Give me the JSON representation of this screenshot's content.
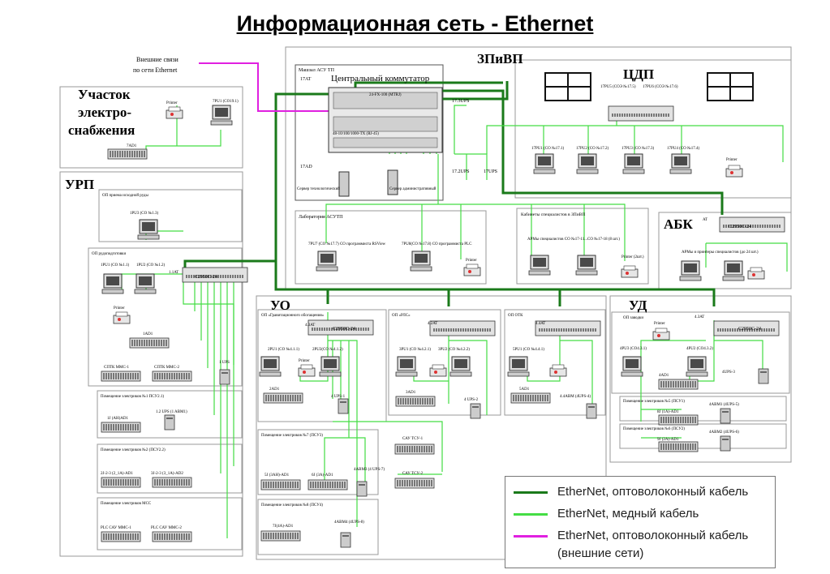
{
  "title": "Информационная сеть - Ethernet",
  "colors": {
    "fiber": "#1a7a1a",
    "copper": "#33dd33",
    "external": "#e020e0",
    "frame": "#999999"
  },
  "external": {
    "label1": "Внешние связи",
    "label2": "по сети Ethernet"
  },
  "zones": {
    "uch_line1": "Участок",
    "uch_line2": "электро-",
    "uch_line3": "снабжения",
    "urp": "УРП",
    "zpivp": "ЗПиВП",
    "cdp": "ЦДП",
    "abk": "АБК",
    "uo": "УО",
    "ud": "УД"
  },
  "core": {
    "header": "Машзал АСУ ТП",
    "tag": "17АТ",
    "name": "Центральный коммутатор",
    "model": "24-FX-100 (MTRJ)",
    "sub": "48-10/100/1000-TX (RJ-45)",
    "ad": "17AD",
    "server1": "Сервер технологический",
    "server2": "Сервер административный",
    "ups1": "17.3UPS",
    "ups2": "17.2UPS",
    "ups3": "17UPS"
  },
  "cdp": {
    "pu5": "17PU5 (СОЭ №17.5)",
    "pu6": "17PU6 (СОЭ №17.6)",
    "pcs": [
      "17PU1 (СО №17.1)",
      "17PU2 (СО №17.2)",
      "17PU3 (СО №17.3)",
      "17PU4 (СО №17.4)"
    ],
    "printer": "Printer"
  },
  "lab": {
    "header": "Лаборатория АСУТП",
    "pc1": "7PU7 (СО №17.7) СО программиста RSView",
    "pc2": "7PU8(СО №17.8) СО программиста PLC",
    "printer": "Printer"
  },
  "spec": {
    "header": "Кабинеты специалистов в ЗПиВП",
    "arm": "АРМы специалистов СО №17-11...СО №17-18 (8 шт.)",
    "printer": "Printer (2шт.)"
  },
  "abk": {
    "tag": "AT",
    "sw": "C2950C-24",
    "arm": "АРМы и принтеры специалистов (до 24 шт.)"
  },
  "uch": {
    "printer": "Printer",
    "pc": "7PU1 (СО19.1)",
    "ad": "7AD1"
  },
  "urp": {
    "box1": "ОП приема исходной руды",
    "pc3": "1PU3 (СО №1.3)",
    "box2": "ОП рудоподготовки",
    "pc1": "1PU1 (СО №1.1)",
    "pc2": "1PU2 (СО №1.2)",
    "sw_tag": "1.1AT",
    "sw": "C2950C-24",
    "printer": "Printer",
    "ad": "1AD1",
    "mmc1": "СПТК ММС-1",
    "mmc2": "СПТК ММС-2",
    "ups": "1 UPS",
    "box3": "Помещение электриков №1 ПСУ2.1)",
    "j1": "1J (AH)AD1",
    "abm": "1.2 UPS (1 ABM1)",
    "box4": "Помещение электриков №2 (ПСУ2.2)",
    "j2": "2J-2-3 (2_1A)-AD1",
    "j3": "3J-2-3 (3_1A)-AD2",
    "box5": "Помещение электриков МСС",
    "plc1": "PLC САУ ММС-1",
    "plc2": "PLC САУ ММС-2"
  },
  "uo": {
    "box1": "ОП «Гравитационного обогащения»",
    "sw_tag": "4.3AT",
    "sw": "C2950C-24",
    "pc1": "2PU1 (СО №4.1.1)",
    "pc2": "2PU2(СО №4.1.2)",
    "printer": "Printer",
    "ad": "2AD1",
    "ups": "4 UPS-1",
    "box2": "ОП «РЛС»",
    "sw2_tag": "4.2AT",
    "pc3": "3PU1 (СО №4.2.1)",
    "pc4": "3PU2 (СО №4.2.2)",
    "ad2": "3AD1",
    "ups2": "4 UPS-2",
    "box3": "ОП ОТК",
    "sw3_tag": "4.4AT",
    "pc5": "5PU1 (СО №4.4.1)",
    "ad3": "5AD1",
    "abm": "4.4ABM (4UPS-4)",
    "box4": "Помещение электриков №7 (ПСУ3)",
    "j5": "5J (3AH)-AD1",
    "j6": "6J (3A)-AD1",
    "abm3": "4ABM3 (4 UPS-7)",
    "box5": "Помещение электриков №8 (ПСУ4)",
    "j7": "7J(4A)-AD1",
    "abm4": "4ABM4 (4UPS-8)",
    "tsu1": "САУ ТСУ-1",
    "tsu2": "САУ ТСУ-2"
  },
  "ud": {
    "box1": "ОП заводки",
    "sw_tag": "4.3AT",
    "sw": "C2950C-24",
    "printer": "Printer",
    "pc1": "4PU3 (СО4.3.1)",
    "pc2": "4PU2 (СО4.3.2)",
    "ad": "4AD1",
    "ups": "4UPS-3",
    "box2": "Помещение электриков №5 (ПСУ1)",
    "j8": "8J (1A)-AD1",
    "abm1": "4ABM1 (4UPS-5)",
    "box3": "Помещение электриков №6 (ПСУ2)",
    "j9": "9J (2A)-AD1",
    "abm2": "4ABM2 (4UPS-6)"
  },
  "legend": [
    {
      "label": "EtherNet, оптоволоконный кабель",
      "color": "#1a7a1a"
    },
    {
      "label": "EtherNet, медный кабель",
      "color": "#33dd33"
    },
    {
      "label": "EtherNet, оптоволоконный кабель",
      "color": "#e020e0"
    },
    {
      "label": "(внешние сети)",
      "color": ""
    }
  ]
}
